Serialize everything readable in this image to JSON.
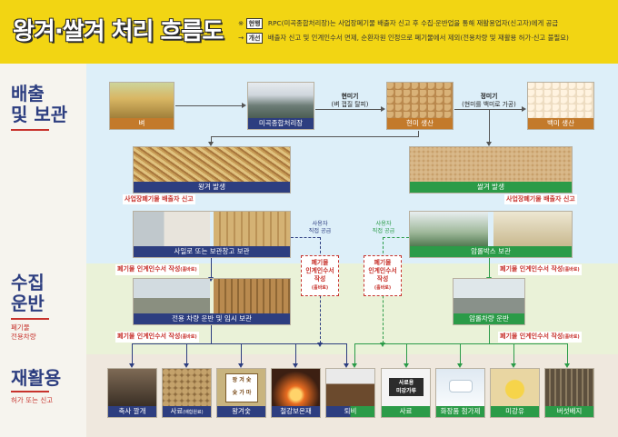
{
  "header": {
    "title": "왕겨·쌀겨 처리 흐름도",
    "note1_mark": "※",
    "note1_tag": "현행",
    "note1_text": "RPC(미곡종합처리장)는 사업장폐기물 배출자 신고 후 수집·운반업을 통해 재활용업자(신고자)에게 공급",
    "note2_mark": "→",
    "note2_tag": "개선",
    "note2_text": "배출자 신고 및 인계인수서 면제, 순환자원 인정으로 폐기물에서 제외(전용차량 및 재활용 허가·신고 불필요)"
  },
  "sections": {
    "discharge": {
      "title_line1": "배출",
      "title_line2": "및 보관"
    },
    "collect": {
      "title_line1": "수집",
      "title_line2": "운반",
      "sub_line1": "폐기물",
      "sub_line2": "전용차량"
    },
    "recycle": {
      "title": "재활용",
      "sub": "허가 또는 신고"
    }
  },
  "flow_top": {
    "rice": "벼",
    "rpc": "미곡종합처리장",
    "brown_rice": "현미 생산",
    "white_rice": "백미 생산",
    "step1_title": "현미기",
    "step1_sub": "(벼 껍질 탈피)",
    "step2_title": "정미기",
    "step2_sub": "(현미를 백미로 가공)"
  },
  "husk": {
    "generate": "왕겨 발생",
    "report": "사업장폐기물 배출자 신고",
    "storage": "사일로 또는 보관창고 보관",
    "handover_before_transport": "폐기물 인계인수서 작성",
    "transport": "전용 차량 운반 및 임시 보관",
    "handover_before_recycle": "폐기물 인계인수서 작성",
    "direct_supply_line1": "사용자",
    "direct_supply_line2": "직접 공급",
    "direct_note": [
      "폐기물",
      "인계인수서",
      "작성"
    ]
  },
  "bran": {
    "generate": "쌀겨 발생",
    "report": "사업장폐기물 배출자 신고",
    "storage": "암롤박스 보관",
    "handover_before_transport": "폐기물 인계인수서 작성",
    "transport": "암롤차량 운반",
    "handover_before_recycle": "폐기물 인계인수서 작성",
    "direct_supply_line1": "사용자",
    "direct_supply_line2": "직접 공급",
    "direct_note": [
      "폐기물",
      "인계인수서",
      "작성"
    ]
  },
  "stamp": "(흘바로)",
  "recycling": [
    {
      "label": "축사 깔개",
      "icon": "barn-bedding"
    },
    {
      "label": "사료",
      "label_sub": "(배합원료)",
      "icon": "feed-pellets"
    },
    {
      "label": "왕겨숯",
      "icon": "husk-charcoal-bag"
    },
    {
      "label": "철강보온재",
      "icon": "steel-insulation"
    },
    {
      "label": "퇴비",
      "icon": "compost"
    },
    {
      "label": "사료",
      "icon": "feed-bag"
    },
    {
      "label": "화장품 첨가제",
      "icon": "cosmetics"
    },
    {
      "label": "미강유",
      "icon": "rice-bran-oil"
    },
    {
      "label": "버섯배지",
      "icon": "mushroom-medium"
    }
  ],
  "product_text": {
    "charcoal_bag_line1": "왕 겨 숯",
    "charcoal_bag_line2": "숯 가 마",
    "feed_bag_line1": "사료용",
    "feed_bag_line2": "미강가루"
  },
  "colors": {
    "header_yellow": "#f2d513",
    "navy": "#2d3e80",
    "green": "#2b9b48",
    "brown": "#c37a2b",
    "red": "#c7322c",
    "band_blue": "#ddeff9",
    "band_green": "#eaf2d8",
    "band_beige": "#efe8de"
  }
}
